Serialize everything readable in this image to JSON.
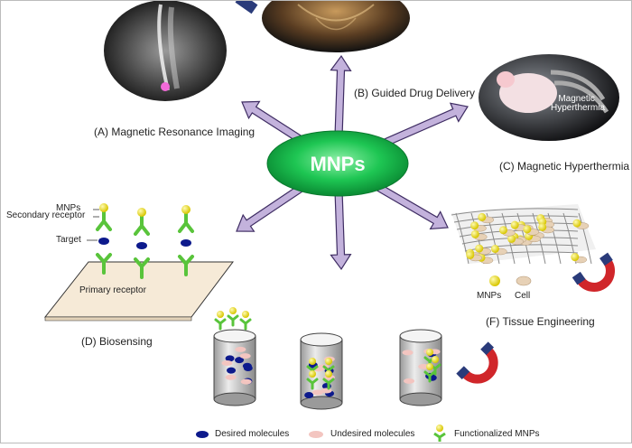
{
  "center": {
    "label": "MNPs",
    "color": "#12b94a"
  },
  "applications": {
    "mri": "(A) Magnetic Resonance Imaging",
    "drug": "(B) Guided Drug Delivery",
    "hyperthermia": "(C) Magnetic Hyperthermia",
    "biosensing": "(D) Biosensing",
    "tissue": "(F) Tissue Engineering"
  },
  "hyperthermia_overlay": "Magnetic\nHyperthermia",
  "biosensing_labels": {
    "mnps": "MNPs",
    "secondary": "Secondary receptor",
    "target": "Target",
    "primary": "Primary receptor"
  },
  "tissue_legend": {
    "mnps": "MNPs",
    "cell": "Cell"
  },
  "separation_legend": {
    "desired": "Desired molecules",
    "undesired": "Undesired molecules",
    "functionalized": "Functionalized MNPs"
  },
  "colors": {
    "arrow": "#c3b2dc",
    "arrow_stroke": "#3f2d63",
    "mnp_yellow": "#f2e600",
    "receptor_green": "#59c43b",
    "desired_blue": "#0d1a8c",
    "undesired_pink": "#f3c5c0",
    "magnet_red": "#d0262a"
  }
}
